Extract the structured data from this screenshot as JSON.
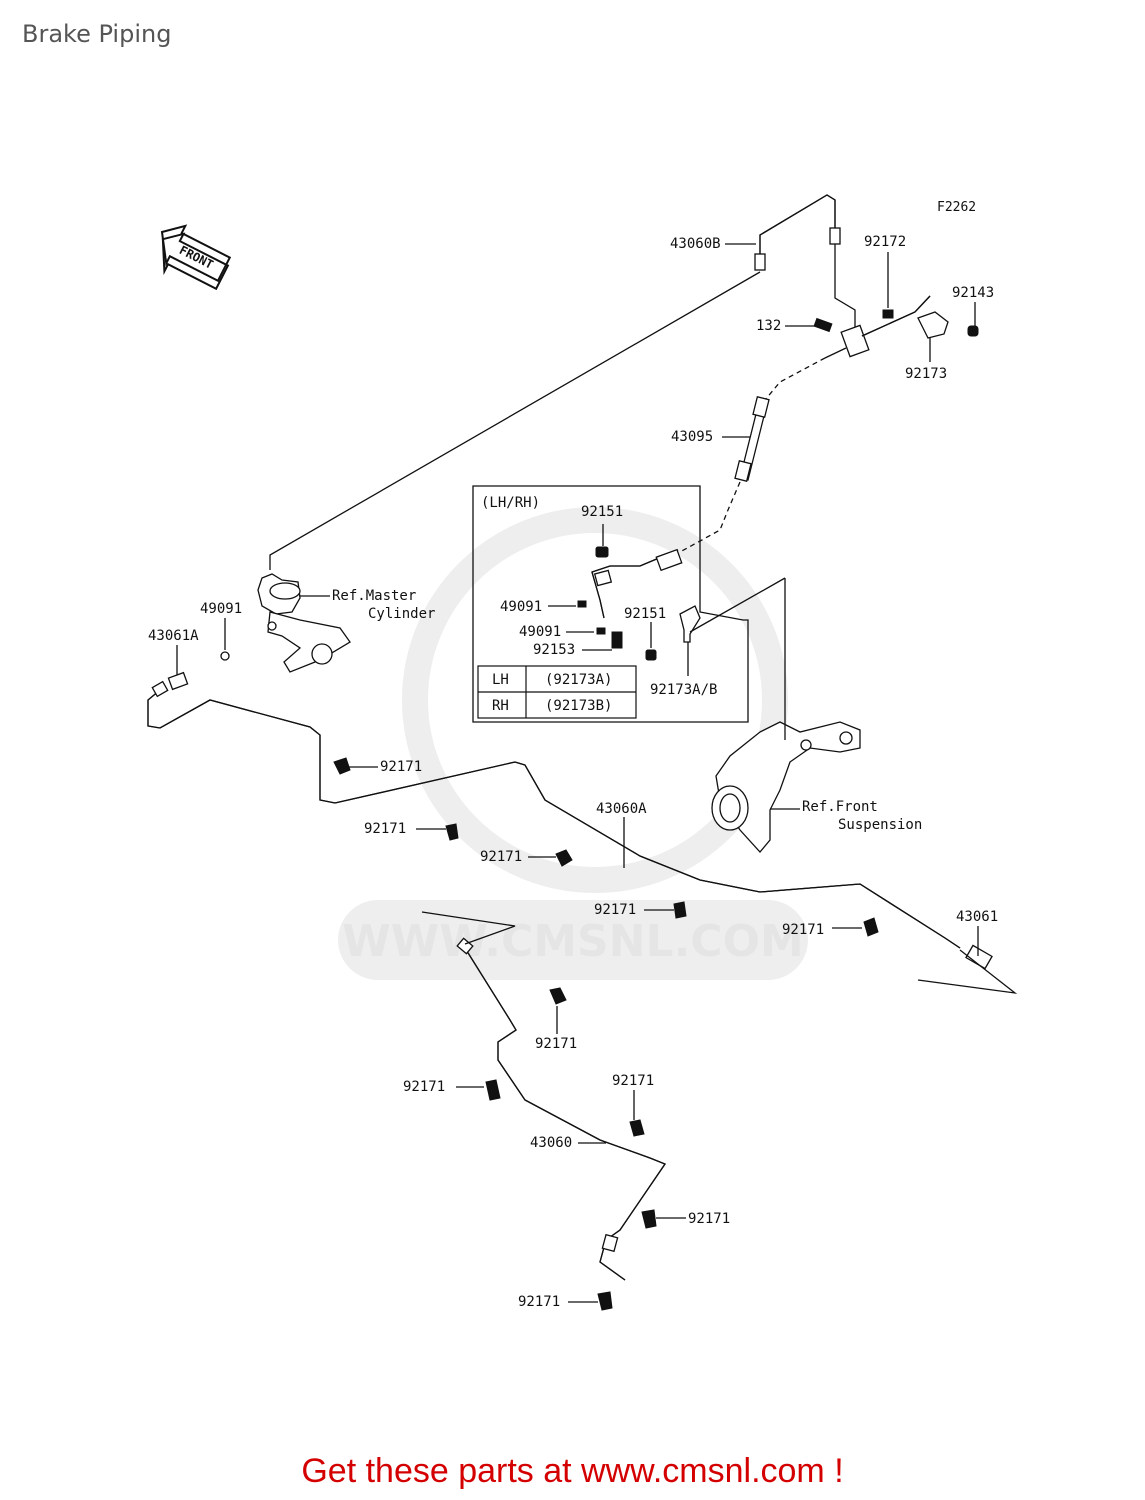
{
  "title": "Brake Piping",
  "figure_code": "F2262",
  "front_arrow": {
    "label": "FRONT",
    "icon": "front-direction-arrow-icon"
  },
  "inset": {
    "heading": "(LH/RH)",
    "table": [
      {
        "side": "LH",
        "part": "(92173A)"
      },
      {
        "side": "RH",
        "part": "(92173B)"
      }
    ]
  },
  "references": {
    "master_cylinder_line1": "Ref.Master",
    "master_cylinder_line2": "Cylinder",
    "front_suspension_line1": "Ref.Front",
    "front_suspension_line2": "Suspension"
  },
  "labels": {
    "p43060B": "43060B",
    "p92172": "92172",
    "p92143": "92143",
    "p132": "132",
    "p92173": "92173",
    "p43095": "43095",
    "p92151_a": "92151",
    "p49091_inset_a": "49091",
    "p49091_inset_b": "49091",
    "p92153": "92153",
    "p92151_b": "92151",
    "p92173AB": "92173A/B",
    "p49091_main": "49091",
    "p43061A": "43061A",
    "p92171_1": "92171",
    "p43060A": "43060A",
    "p92171_2": "92171",
    "p92171_3": "92171",
    "p92171_4": "92171",
    "p92171_5": "92171",
    "p43061": "43061",
    "p92171_6": "92171",
    "p92171_7": "92171",
    "p92171_8": "92171",
    "p43060": "43060",
    "p92171_9": "92171",
    "p92171_10": "92171"
  },
  "watermark": "WWW.CMSNL.COM",
  "footer": "Get these parts at www.cmsnl.com !"
}
